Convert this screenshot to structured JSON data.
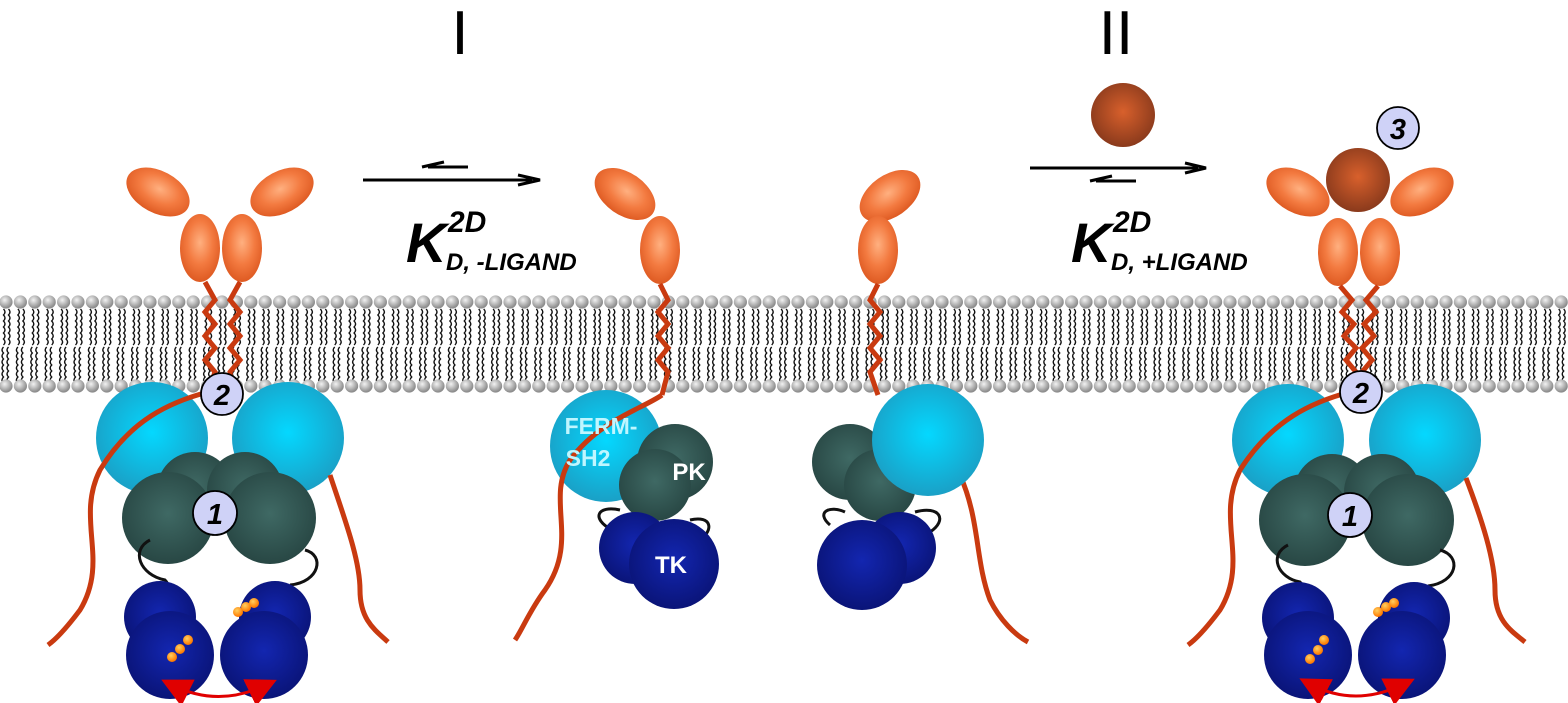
{
  "labels": {
    "state_one": "I",
    "state_two": "II",
    "kd_left": {
      "main": "K",
      "sup": "2D",
      "sub": "D, -LIGAND"
    },
    "kd_right": {
      "main": "K",
      "sup": "2D",
      "sub": "D, +LIGAND"
    }
  },
  "domains": {
    "ferm": "FERM-",
    "sh2": "SH2",
    "pk": "PK",
    "tk": "TK"
  },
  "markers": {
    "one_left": "1",
    "two_left": "2",
    "one_right": "1",
    "two_right": "2",
    "three": "3"
  },
  "colors": {
    "receptor": "#f07038",
    "tail": "#c93a10",
    "ferm_sh2": "#22b8dc",
    "pseudokinase": "#2f5552",
    "tyrosine_kinase": "#0d1a8f",
    "ligand": "#b04a24",
    "marker_fill": "#cfd2f7",
    "membrane_head": "#b5b5b5",
    "phospho": "#ff8a00",
    "arrow_red": "#e00000"
  }
}
